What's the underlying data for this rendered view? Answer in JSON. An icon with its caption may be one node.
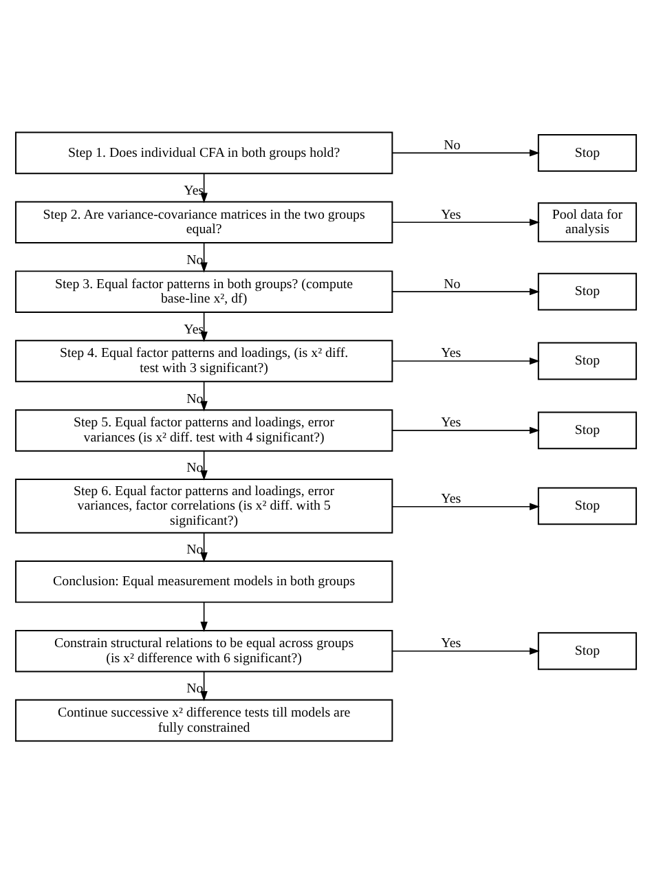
{
  "diagram": {
    "nodes": [
      {
        "text": [
          "Step 1. Does individual CFA in both groups hold?"
        ]
      },
      {
        "text": [
          "Stop"
        ]
      },
      {
        "text": [
          "Step 2. Are variance-covariance matrices in the two groups equal?"
        ]
      },
      {
        "text": [
          "Pool data for analysis"
        ]
      },
      {
        "text": [
          "Step 3. Equal factor patterns in both groups? (compute base-line x², df)"
        ]
      },
      {
        "text": [
          "Stop"
        ]
      },
      {
        "text": [
          "Step 4. Equal factor patterns and loadings, (is x² diff. test with 3 significant?)"
        ]
      },
      {
        "text": [
          "Stop"
        ]
      },
      {
        "text": [
          "Step 5. Equal factor patterns and loadings, error variances (is x² diff. test with 4 significant?)"
        ]
      },
      {
        "text": [
          "Stop"
        ]
      },
      {
        "text": [
          "Step 6. Equal factor patterns and loadings, error variances, factor correlations (is x² diff. with 5 significant?)"
        ]
      },
      {
        "text": [
          "Stop"
        ]
      },
      {
        "text": [
          "Conclusion: Equal measurement models in both groups"
        ]
      },
      {
        "text": [
          "Constrain structural relations to be equal across groups (is x² difference with 6 significant?)"
        ]
      },
      {
        "text": [
          "Stop"
        ]
      },
      {
        "text": [
          "Continue successive x² difference tests till models are fully constrained"
        ]
      }
    ],
    "edges": [
      {
        "from": 0,
        "to": 1,
        "arrow": "to",
        "label": "No"
      },
      {
        "from": 0,
        "to": 2,
        "arrow": "to",
        "label": "Yes"
      },
      {
        "from": 2,
        "to": 3,
        "arrow": "to",
        "label": "Yes"
      },
      {
        "from": 2,
        "to": 4,
        "arrow": "to",
        "label": "No"
      },
      {
        "from": 4,
        "to": 5,
        "arrow": "to",
        "label": "No"
      },
      {
        "from": 4,
        "to": 6,
        "arrow": "to",
        "label": "Yes"
      },
      {
        "from": 6,
        "to": 7,
        "arrow": "to",
        "label": "Yes"
      },
      {
        "from": 6,
        "to": 8,
        "arrow": "to",
        "label": "No"
      },
      {
        "from": 8,
        "to": 9,
        "arrow": "to",
        "label": "Yes"
      },
      {
        "from": 8,
        "to": 10,
        "arrow": "to",
        "label": "No"
      },
      {
        "from": 10,
        "to": 11,
        "arrow": "to",
        "label": "Yes"
      },
      {
        "from": 10,
        "to": 12,
        "arrow": "to",
        "label": "No"
      },
      {
        "from": 12,
        "to": 13,
        "arrow": "to"
      },
      {
        "from": 13,
        "to": 14,
        "arrow": "to",
        "label": "Yes"
      },
      {
        "from": 13,
        "to": 15,
        "arrow": "to",
        "label": "No"
      }
    ]
  }
}
